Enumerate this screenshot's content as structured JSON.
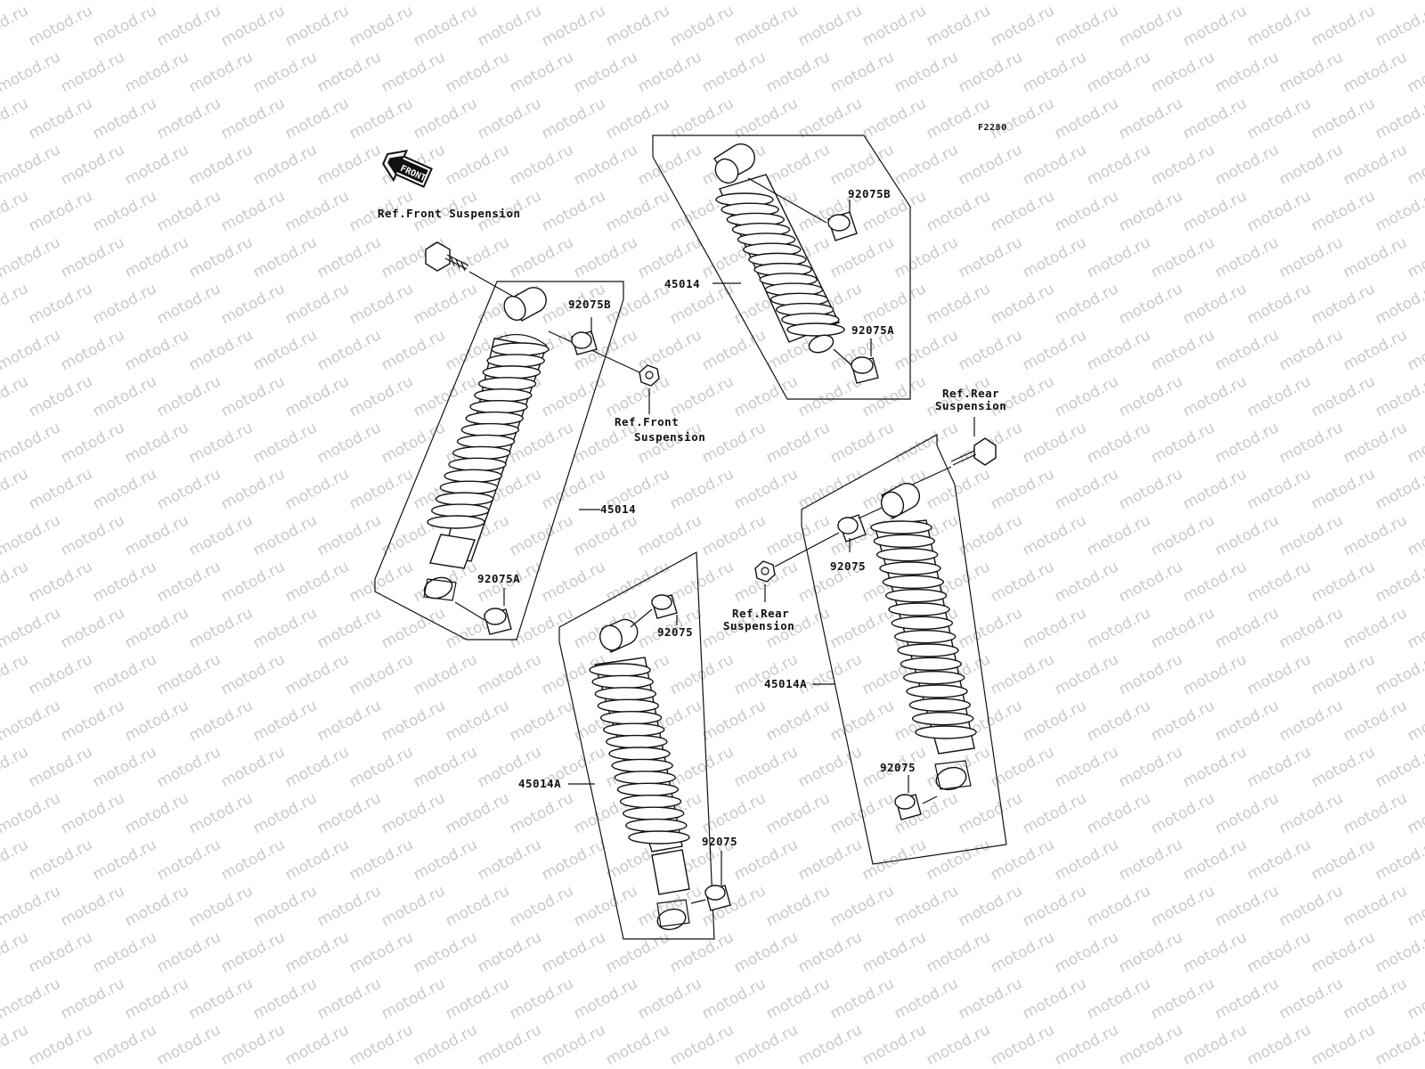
{
  "figure_code": "F2280",
  "front_badge": "FRONT",
  "watermark": "motod.ru",
  "labels": {
    "ref_front_suspension_top": "Ref.Front Suspension",
    "ref_front_suspension_l1": "Ref.Front",
    "ref_front_suspension_l2": "Suspension",
    "ref_rear_suspension_top_l1": "Ref.Rear",
    "ref_rear_suspension_top_l2": "Suspension",
    "ref_rear_suspension_mid_l1": "Ref.Rear",
    "ref_rear_suspension_mid_l2": "Suspension",
    "p45014_a": "45014",
    "p45014_b": "45014",
    "p45014A_a": "45014A",
    "p45014A_b": "45014A",
    "p92075B_a": "92075B",
    "p92075B_b": "92075B",
    "p92075A_a": "92075A",
    "p92075A_b": "92075A",
    "p92075_a": "92075",
    "p92075_b": "92075",
    "p92075_c": "92075",
    "p92075_d": "92075"
  }
}
